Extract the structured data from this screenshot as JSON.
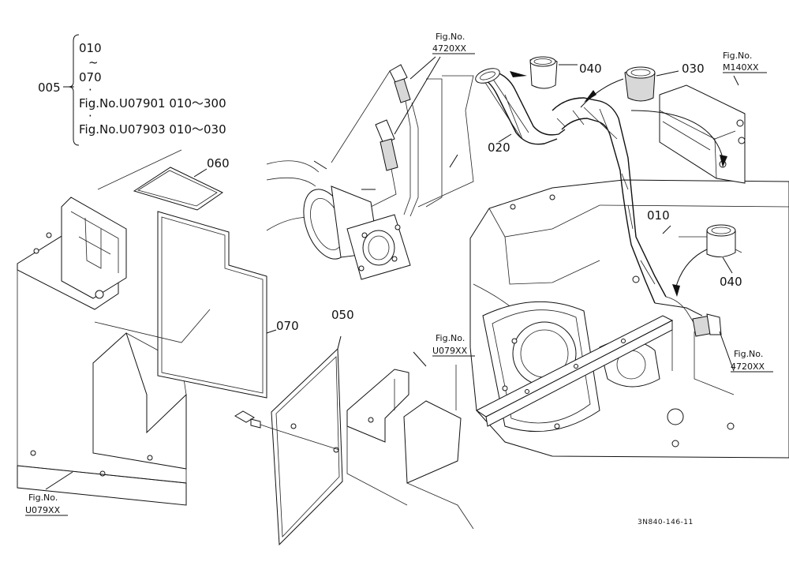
{
  "assembly": {
    "number": "005",
    "includes": [
      "010",
      "~",
      "070",
      "·",
      "Fig.No.U07901  010～300",
      "·",
      "Fig.No.U07903  010～030"
    ]
  },
  "callouts": [
    {
      "id": "010",
      "text": "010"
    },
    {
      "id": "020",
      "text": "020"
    },
    {
      "id": "030",
      "text": "030"
    },
    {
      "id": "040a",
      "text": "040"
    },
    {
      "id": "040b",
      "text": "040"
    },
    {
      "id": "050",
      "text": "050"
    },
    {
      "id": "060",
      "text": "060"
    },
    {
      "id": "070",
      "text": "070"
    }
  ],
  "figure_refs": [
    {
      "id": "ref-4720-top",
      "line1": "Fig.No.",
      "line2": "4720XX"
    },
    {
      "id": "ref-m140",
      "line1": "Fig.No.",
      "line2": "M140XX"
    },
    {
      "id": "ref-4720-right",
      "line1": "Fig.No.",
      "line2": "4720XX"
    },
    {
      "id": "ref-u079-mid",
      "line1": "Fig.No.",
      "line2": "U079XX"
    },
    {
      "id": "ref-u079-left",
      "line1": "Fig.No.",
      "line2": "U079XX"
    }
  ],
  "drawing_code": "3N840-146-11"
}
